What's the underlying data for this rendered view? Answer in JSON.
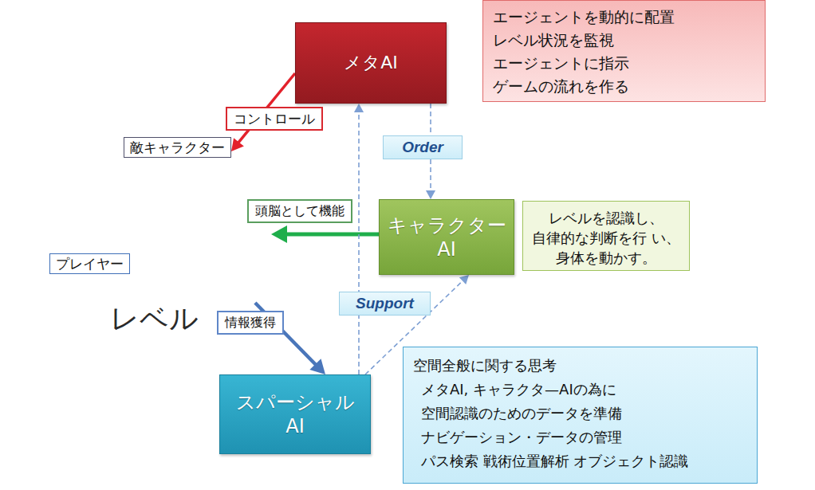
{
  "diagram": {
    "nodes": [
      {
        "text": [
          "メタAI"
        ]
      },
      {
        "text": [
          "エージェントを動的に配置",
          "レベル状況を監視",
          "エージェントに指示",
          "ゲームの流れを作る"
        ]
      },
      {
        "text": [
          "レベル"
        ]
      },
      {
        "text": [
          "敵キャラクター"
        ],
        "in": 2
      },
      {
        "text": [
          "プレイヤー"
        ],
        "in": 2
      },
      {
        "text": [
          "キャラクター AI"
        ]
      },
      {
        "text": [
          "レベルを認識し、 自律的な判断を行 い、身体を動かす。"
        ]
      },
      {
        "text": [
          "スパーシャル AI"
        ]
      },
      {
        "text": [
          "空間全般に関する思考",
          "メタAI, キャラクタ—AIの為に",
          "空間認識のためのデータを準備",
          "ナビゲーション・データの管理",
          "パス検索 戦術位置解析 オブジェクト認識"
        ]
      }
    ],
    "edges": [
      {
        "from": 0,
        "to": 3,
        "label": "コントロール",
        "arrow": "to"
      },
      {
        "from": 0,
        "to": 5,
        "label": "Order",
        "arrow": "to"
      },
      {
        "from": 5,
        "to": 2,
        "label": "頭脳として機能",
        "arrow": "to"
      },
      {
        "from": 2,
        "to": 7,
        "label": "情報獲得",
        "arrow": "to"
      },
      {
        "from": 7,
        "to": 5,
        "label": "Support",
        "arrow": "to"
      },
      {
        "from": 7,
        "to": 0,
        "arrow": "to"
      }
    ]
  }
}
